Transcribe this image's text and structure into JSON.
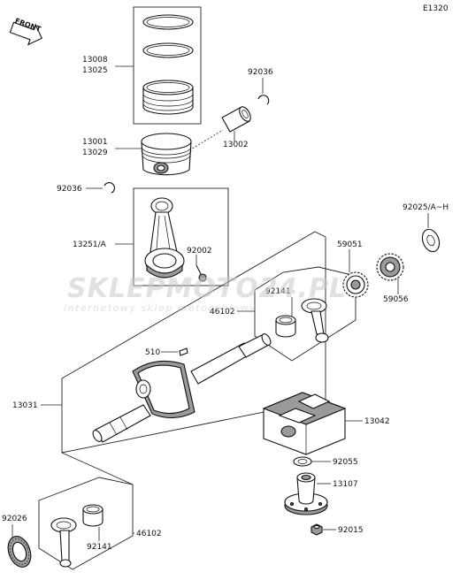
{
  "diagram_code": "E1320",
  "front_label": "FRONT",
  "watermark": {
    "brand": "SKLEPMOTO24.PL",
    "tagline": "internetowy sklep motocyklowy"
  },
  "labels": {
    "p13008": "13008",
    "p13025": "13025",
    "p92036_top": "92036",
    "p13002": "13002",
    "p13001": "13001",
    "p13029": "13029",
    "p92036_mid": "92036",
    "p13251": "13251/A",
    "p92002": "92002",
    "p92025": "92025/A~H",
    "p59051": "59051",
    "p59056": "59056",
    "p92141_top": "92141",
    "p46102_top": "46102",
    "p510": "510",
    "p13031": "13031",
    "p13042": "13042",
    "p92055": "92055",
    "p13107": "13107",
    "p92026": "92026",
    "p92141_bot": "92141",
    "p46102_bot": "46102",
    "p92015": "92015"
  },
  "colors": {
    "line": "#222222",
    "part_fill": "#ffffff",
    "part_shade": "#9a9a9a",
    "watermark_red": "#d8868a",
    "watermark_grey": "#c9c9c9"
  }
}
